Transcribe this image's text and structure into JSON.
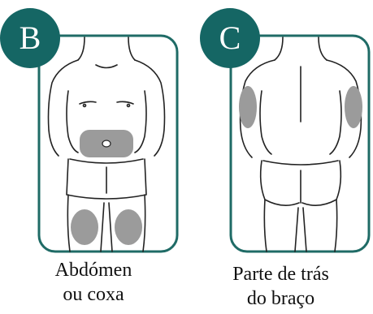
{
  "colors": {
    "accent": "#156664",
    "frame": "#1f6b66",
    "injection_zone": "#9b9b9b",
    "outline": "#222222"
  },
  "panels": [
    {
      "badge": "B",
      "caption_line1": "Abdómen",
      "caption_line2": "ou coxa"
    },
    {
      "badge": "C",
      "caption_line1": "Parte de trás",
      "caption_line2": "do braço"
    }
  ]
}
